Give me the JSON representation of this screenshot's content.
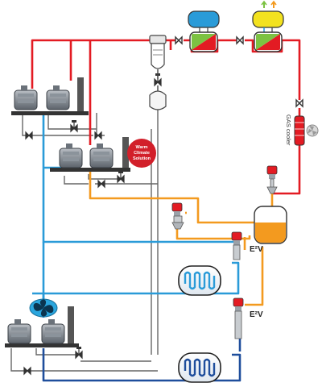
{
  "labels": {
    "gas_cooler": "GAS cooler",
    "badge_line1": "Warm",
    "badge_line2": "Climate",
    "badge_line3": "Solution",
    "e2v_upper": "E²V",
    "e2v_lower": "E²V"
  },
  "colors": {
    "discharge": "#e31b23",
    "flash_gas": "#2a9bd8",
    "liquid": "#f39a1f",
    "suction_low": "#1f4e9c",
    "oil": "#555555",
    "receiver_fill": "#f39a1f"
  },
  "icons": [
    "compressor-icon",
    "valve-icon",
    "oil-separator-icon",
    "oil-reservoir-icon",
    "heat-exchanger-icon",
    "fan-icon",
    "expansion-valve-icon",
    "receiver-icon",
    "evaporator-icon"
  ]
}
